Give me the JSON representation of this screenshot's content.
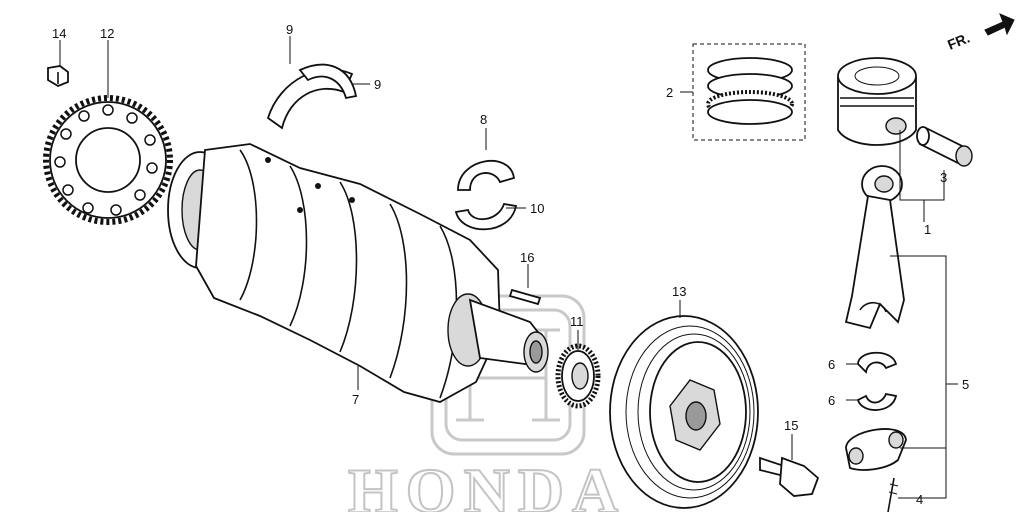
{
  "diagram": {
    "direction_label": "FR.",
    "watermark": {
      "brand": "HONDA"
    },
    "callouts": [
      {
        "id": "c1",
        "number": "1"
      },
      {
        "id": "c2",
        "number": "2"
      },
      {
        "id": "c3",
        "number": "3"
      },
      {
        "id": "c4",
        "number": "4"
      },
      {
        "id": "c5",
        "number": "5"
      },
      {
        "id": "c6a",
        "number": "6"
      },
      {
        "id": "c6b",
        "number": "6"
      },
      {
        "id": "c7",
        "number": "7"
      },
      {
        "id": "c8",
        "number": "8"
      },
      {
        "id": "c9a",
        "number": "9"
      },
      {
        "id": "c9b",
        "number": "9"
      },
      {
        "id": "c10",
        "number": "10"
      },
      {
        "id": "c11",
        "number": "11"
      },
      {
        "id": "c12",
        "number": "12"
      },
      {
        "id": "c13",
        "number": "13"
      },
      {
        "id": "c14",
        "number": "14"
      },
      {
        "id": "c15",
        "number": "15"
      },
      {
        "id": "c16",
        "number": "16"
      }
    ],
    "parts": [
      {
        "name": "crankshaft",
        "icon": "crankshaft-icon"
      },
      {
        "name": "drive-plate",
        "icon": "ring-gear-icon"
      },
      {
        "name": "piston",
        "icon": "piston-icon"
      },
      {
        "name": "piston-rings",
        "icon": "piston-ring-icon"
      },
      {
        "name": "piston-pin",
        "icon": "pin-icon"
      },
      {
        "name": "connecting-rod",
        "icon": "connecting-rod-icon"
      },
      {
        "name": "crankshaft-pulley",
        "icon": "pulley-icon"
      },
      {
        "name": "thrust-washer",
        "icon": "thrust-washer-icon"
      },
      {
        "name": "main-bearing",
        "icon": "bearing-icon"
      },
      {
        "name": "timing-sprocket",
        "icon": "sprocket-icon"
      },
      {
        "name": "woodruff-key",
        "icon": "key-icon"
      },
      {
        "name": "pulley-bolt",
        "icon": "bolt-icon"
      },
      {
        "name": "plate-bolt",
        "icon": "bolt-icon"
      }
    ]
  }
}
